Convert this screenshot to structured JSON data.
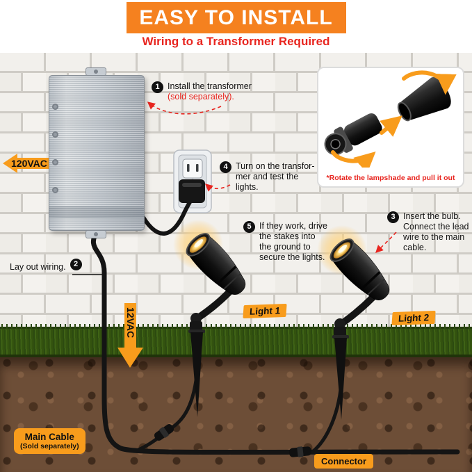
{
  "banner": {
    "title": "EASY TO INSTALL",
    "subtitle": "Wiring to a Transformer Required"
  },
  "steps": [
    {
      "num": "1",
      "lines": [
        "Install the transformer"
      ],
      "note": "(sold separately)."
    },
    {
      "num": "2",
      "lines": [
        "Lay out wiring."
      ]
    },
    {
      "num": "3",
      "lines": [
        "Insert the bulb.",
        "Connect the lead",
        "wire to the main",
        "cable."
      ]
    },
    {
      "num": "4",
      "lines": [
        "Turn on the transfor-",
        "mer and test the",
        "lights."
      ]
    },
    {
      "num": "5",
      "lines": [
        "If they work, drive",
        "the stakes into",
        "the ground to",
        "secure the lights."
      ]
    }
  ],
  "labels": {
    "input_voltage": "120VAC",
    "output_voltage": "12VAC",
    "light1": "Light 1",
    "light2": "Light 2",
    "main_cable_title": "Main Cable",
    "main_cable_note": "(Sold separately)",
    "connector": "Connector"
  },
  "inset": {
    "caption": "*Rotate the lampshade and pull it out"
  },
  "colors": {
    "banner_orange": "#f5811f",
    "label_orange": "#f89c1c",
    "accent_red": "#e8251f",
    "glow_yellow": "#ffd977"
  }
}
